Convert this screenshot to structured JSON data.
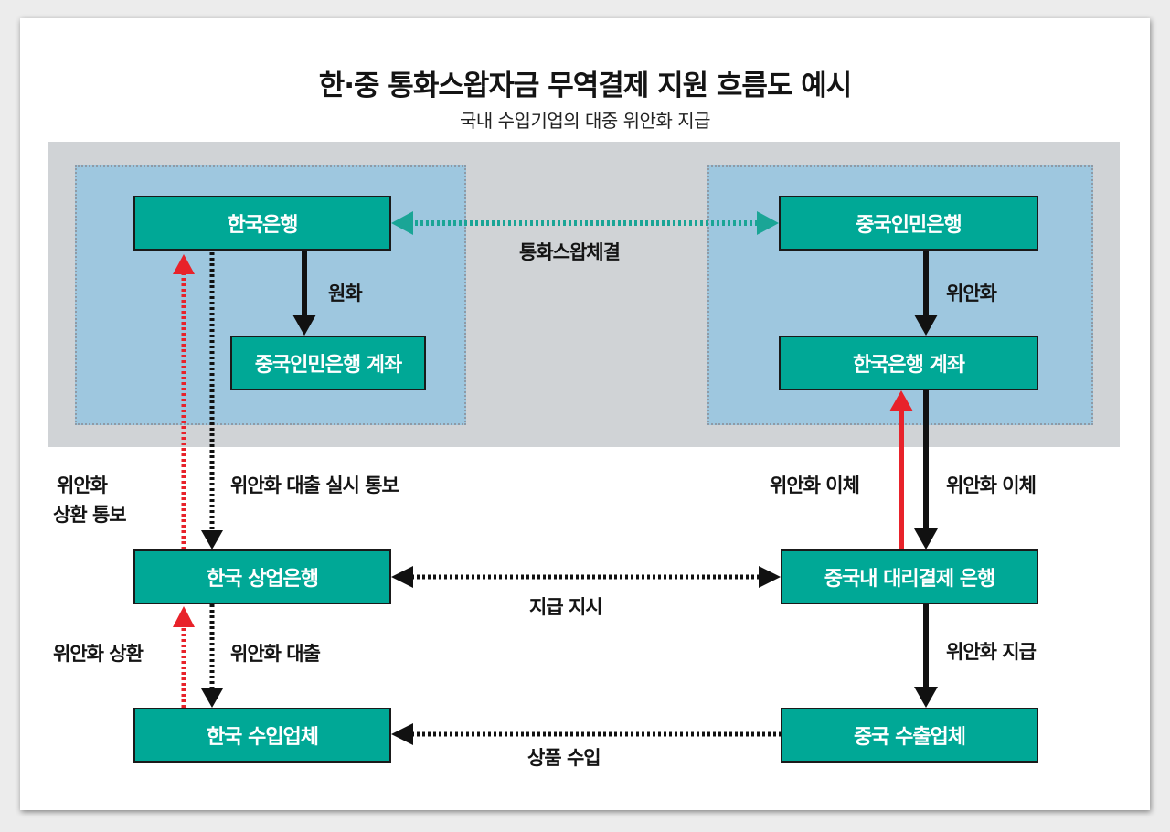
{
  "title": "한·중 통화스왑자금 무역결제 지원 흐름도 예시",
  "subtitle": "국내 수입기업의 대중 위안화 지급",
  "nodes": {
    "bok": "한국은행",
    "pboc_account": "중국인민은행 계좌",
    "pboc": "중국인민은행",
    "bok_account": "한국은행 계좌",
    "kr_bank": "한국 상업은행",
    "cn_bank": "중국내 대리결제 은행",
    "kr_importer": "한국 수입업체",
    "cn_exporter": "중국 수출업체"
  },
  "labels": {
    "swap": "통화스왑체결",
    "won": "원화",
    "yuan": "위안화",
    "loan_notice": "위안화 대출 실시 통보",
    "repay_notice_1": "위안화",
    "repay_notice_2": "상환 통보",
    "transfer_left": "위안화 이체",
    "transfer_right": "위안화 이체",
    "pay_order": "지급 지시",
    "loan": "위안화 대출",
    "repay": "위안화 상환",
    "pay": "위안화 지급",
    "goods": "상품 수입"
  },
  "colors": {
    "node_fill": "#00a896",
    "zone_fill": "#9ec7df",
    "band_fill": "#d0d3d6",
    "arrow_black": "#111111",
    "arrow_red": "#e8222a",
    "arrow_teal": "#1aa596"
  }
}
